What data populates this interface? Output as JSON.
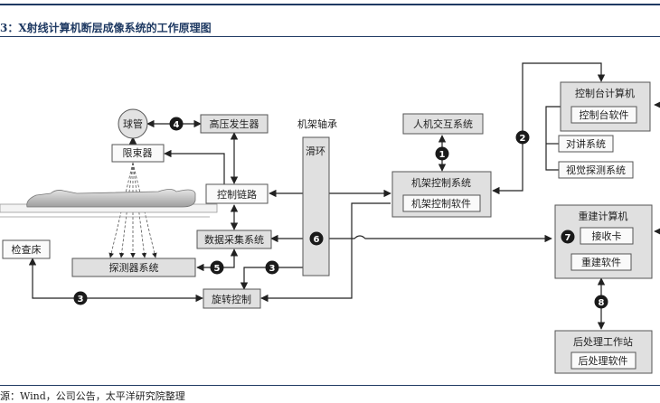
{
  "title": "3：X射线计算机断层成像系统的工作原理图",
  "source": "源：Wind，公司公告，太平洋研究院整理",
  "nodes": {
    "tube": "球管",
    "hv": "高压发生器",
    "collimator": "限束器",
    "gantry_bearing": "机架轴承",
    "slip_ring": "滑环",
    "hmi": "人机交互系统",
    "console_pc": "控制台计算机",
    "console_sw": "控制台软件",
    "intercom": "对讲系统",
    "visual": "视觉探测系统",
    "control_link": "控制链路",
    "gantry_ctrl": "机架控制系统",
    "gantry_ctrl_sw": "机架控制软件",
    "das": "数据采集系统",
    "couch": "检查床",
    "detector": "探测器系统",
    "rotation": "旋转控制",
    "recon_pc": "重建计算机",
    "recv_card": "接收卡",
    "recon_sw": "重建软件",
    "post_ws": "后处理工作站",
    "post_sw": "后处理软件"
  },
  "markers": [
    "1",
    "2",
    "3",
    "3",
    "4",
    "5",
    "6",
    "7",
    "8"
  ]
}
